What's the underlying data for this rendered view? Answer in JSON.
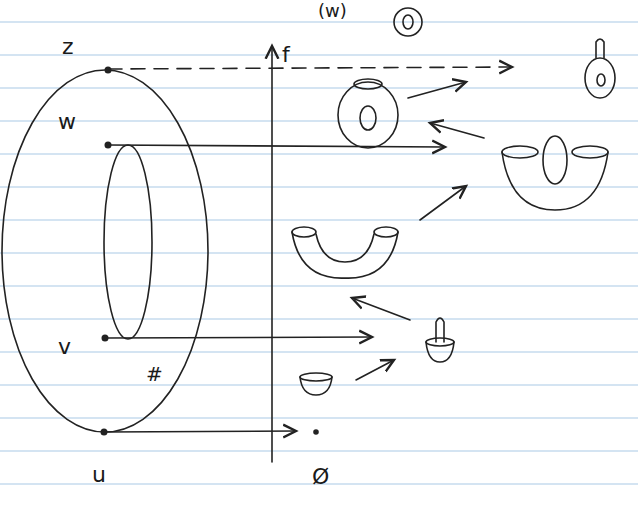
{
  "diagram": {
    "labels": [
      "(w)",
      "z",
      "w",
      "v",
      "u",
      "f",
      "Ø",
      "#"
    ]
  }
}
